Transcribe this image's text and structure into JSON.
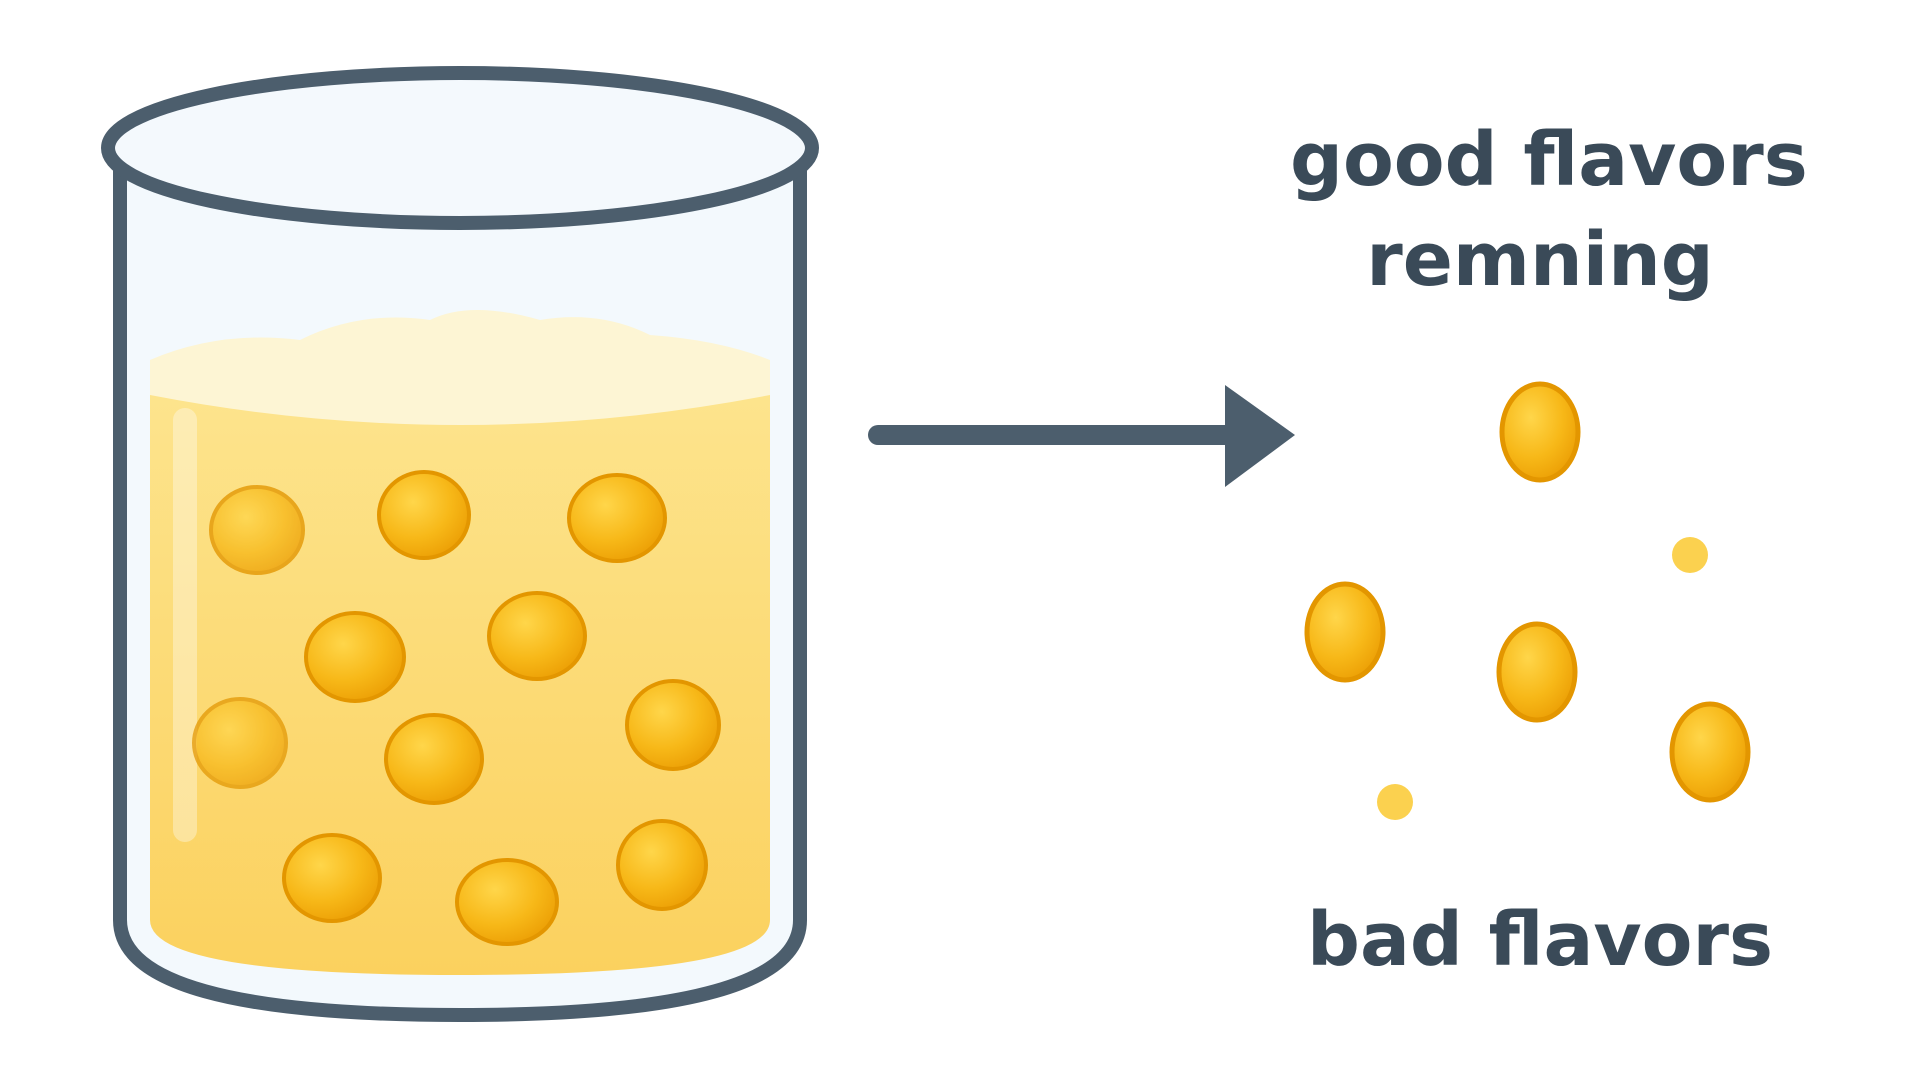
{
  "labels": {
    "good_line1": "good flavors",
    "good_line2": "remning",
    "bad": "bad flavors"
  },
  "colors": {
    "outline": "#4c5e6d",
    "liquid": "#fbd86d",
    "foam": "#fdf5d2",
    "bead_fill": "#f6b912",
    "bead_edge": "#e79a00",
    "dot": "#fbd14f",
    "text": "#3a4a58"
  }
}
